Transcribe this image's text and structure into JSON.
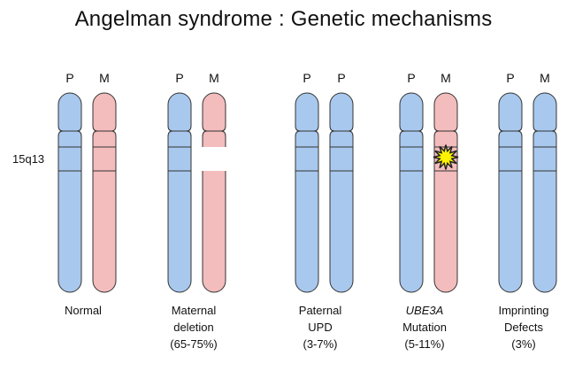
{
  "title": "Angelman syndrome :  Genetic mechanisms",
  "band_label": "15q13",
  "colors": {
    "paternal": "#a8c8ee",
    "maternal": "#f3bcbd",
    "outline": "#333333",
    "mutation": "#fff200"
  },
  "groups": [
    {
      "id": "normal",
      "labels": [
        "P",
        "M"
      ],
      "caption": [
        "Normal"
      ],
      "caption_italic_first": false
    },
    {
      "id": "maternal-deletion",
      "labels": [
        "P",
        "M"
      ],
      "caption": [
        "Maternal",
        "deletion",
        "(65-75%)"
      ],
      "caption_italic_first": false
    },
    {
      "id": "paternal-upd",
      "labels": [
        "P",
        "P"
      ],
      "caption": [
        "Paternal",
        "UPD",
        "(3-7%)"
      ],
      "caption_italic_first": false
    },
    {
      "id": "ube3a-mutation",
      "labels": [
        "P",
        "M"
      ],
      "caption": [
        "UBE3A",
        "Mutation",
        "(5-11%)"
      ],
      "caption_italic_first": true
    },
    {
      "id": "imprinting-defects",
      "labels": [
        "P",
        "M"
      ],
      "caption": [
        "Imprinting",
        "Defects",
        "(3%)"
      ],
      "caption_italic_first": false
    }
  ]
}
